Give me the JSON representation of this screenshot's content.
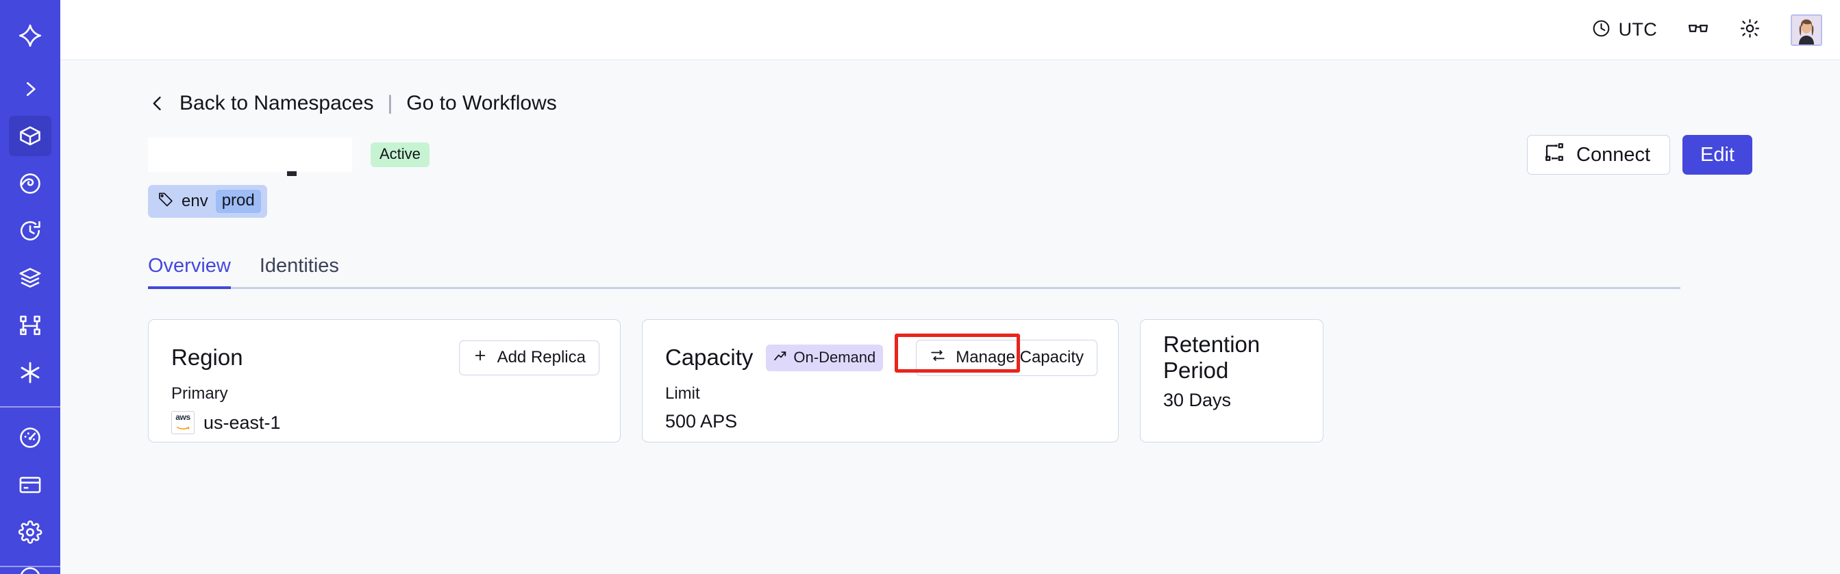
{
  "sidebar": {
    "items": [
      {
        "icon": "compass-star-logo-icon",
        "name": "app-logo",
        "active": false
      },
      {
        "icon": "chevron-right-icon",
        "name": "sidebar-expand-button",
        "active": false
      },
      {
        "icon": "cube-icon",
        "name": "sidebar-item-namespaces",
        "active": true
      },
      {
        "icon": "eye-icon",
        "name": "sidebar-item-observability",
        "active": false
      },
      {
        "icon": "history-clock-icon",
        "name": "sidebar-item-history",
        "active": false
      },
      {
        "icon": "layers-icon",
        "name": "sidebar-item-layers",
        "active": false
      },
      {
        "icon": "workflow-nodes-icon",
        "name": "sidebar-item-workflows",
        "active": false
      },
      {
        "icon": "asterisk-icon",
        "name": "sidebar-item-integrations",
        "active": false
      }
    ],
    "items_lower": [
      {
        "icon": "gauge-icon",
        "name": "sidebar-item-usage",
        "active": false
      },
      {
        "icon": "credit-card-icon",
        "name": "sidebar-item-billing",
        "active": false
      },
      {
        "icon": "gear-icon",
        "name": "sidebar-item-settings",
        "active": false
      }
    ]
  },
  "topbar": {
    "timezone_label": "UTC",
    "timezone_icon": "clock-icon",
    "glasses_icon": "glasses-icon",
    "theme_icon": "sun-icon",
    "avatar_name": "user-avatar"
  },
  "breadcrumb": {
    "back_icon": "chevron-left-icon",
    "back_label": "Back to Namespaces",
    "separator": "|",
    "forward_label": "Go to Workflows"
  },
  "header": {
    "namespace_name": "",
    "status_badge": "Active",
    "connect_label": "Connect",
    "connect_icon": "connect-flow-icon",
    "edit_label": "Edit",
    "tag": {
      "icon": "tag-icon",
      "key": "env",
      "value": "prod"
    }
  },
  "tabs": [
    {
      "label": "Overview",
      "active": true
    },
    {
      "label": "Identities",
      "active": false
    }
  ],
  "cards": {
    "region": {
      "title": "Region",
      "action_label": "Add Replica",
      "action_icon": "plus-icon",
      "sublabel": "Primary",
      "provider_icon": "aws-logo-icon",
      "provider_text": "aws",
      "value": "us-east-1"
    },
    "capacity": {
      "title": "Capacity",
      "badge_label": "On-Demand",
      "badge_icon": "trending-up-icon",
      "action_label": "Manage Capacity",
      "action_icon": "sliders-icon",
      "sublabel": "Limit",
      "value": "500 APS",
      "highlighted": true
    },
    "retention": {
      "title": "Retention Period",
      "value": "30 Days"
    }
  },
  "colors": {
    "brand": "#4448dd",
    "page_bg": "#f8f9fb",
    "card_border": "#cfd8e9",
    "status_active_bg": "#c6f3d2",
    "badge_ondemand_bg": "#ded9fb",
    "tag_bg": "#c3d3f7",
    "tag_value_bg": "#9ebcf5",
    "annotation": "#e8251b"
  }
}
